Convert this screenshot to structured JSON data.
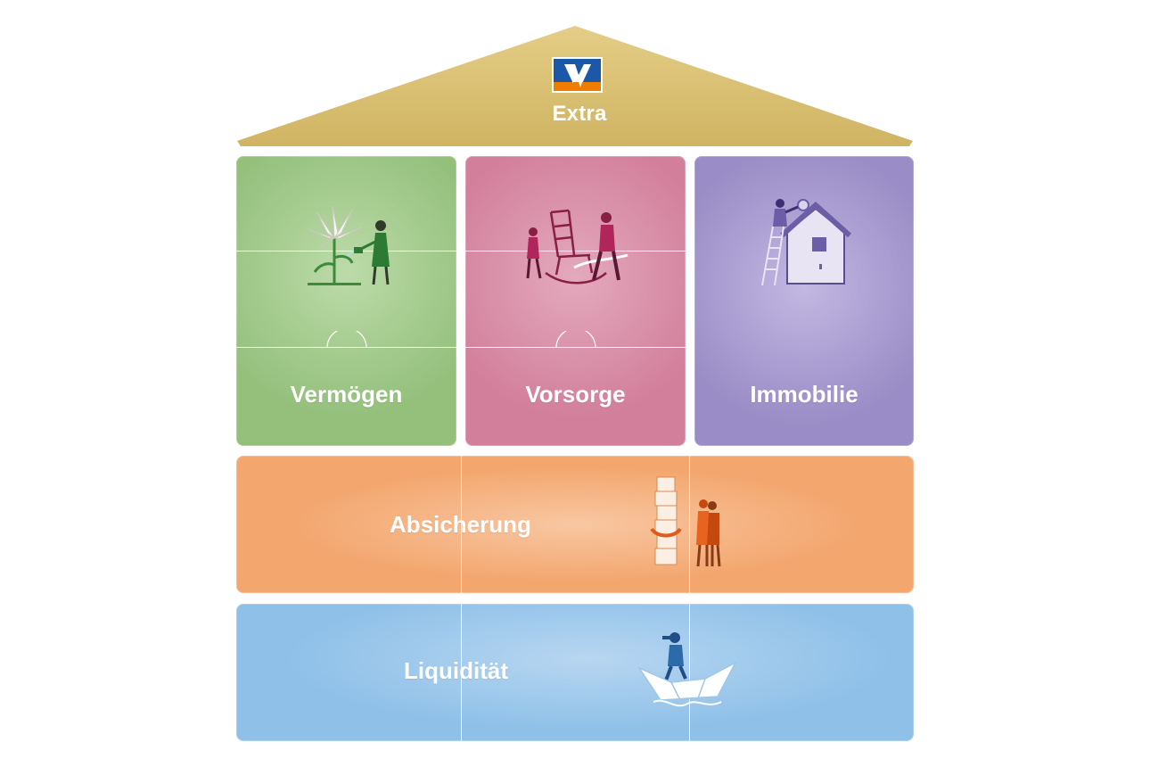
{
  "roof": {
    "label": "Extra",
    "color": "#d4b96a",
    "logo": "volksbank-v-logo"
  },
  "pillars": [
    {
      "id": "vermoegen",
      "label": "Vermögen",
      "color": "#94c07c",
      "icon": "plant-watering-icon"
    },
    {
      "id": "vorsorge",
      "label": "Vorsorge",
      "color": "#d27f9b",
      "icon": "rocking-chair-icon"
    },
    {
      "id": "immobilie",
      "label": "Immobilie",
      "color": "#9a8cc6",
      "icon": "house-icon"
    }
  ],
  "bands": [
    {
      "id": "absicherung",
      "label": "Absicherung",
      "color": "#f3a66e",
      "icon": "protection-column-icon"
    },
    {
      "id": "liquiditaet",
      "label": "Liquidität",
      "color": "#8ec0e8",
      "icon": "paper-boat-icon"
    }
  ]
}
